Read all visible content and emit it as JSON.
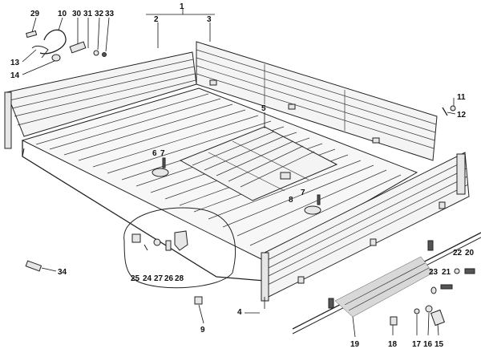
{
  "callouts": {
    "c1": "1",
    "c2": "2",
    "c3": "3",
    "c4": "4",
    "c5": "5",
    "c6": "6",
    "c7a": "7",
    "c7b": "7",
    "c8": "8",
    "c9": "9",
    "c10": "10",
    "c11": "11",
    "c12": "12",
    "c13": "13",
    "c14": "14",
    "c15": "15",
    "c16": "16",
    "c17": "17",
    "c18": "18",
    "c19": "19",
    "c20": "20",
    "c21": "21",
    "c22": "22",
    "c23": "23",
    "c24": "24",
    "c25": "25",
    "c26": "26",
    "c27": "27",
    "c28": "28",
    "c29": "29",
    "c30": "30",
    "c31": "31",
    "c32": "32",
    "c33": "33",
    "c34": "34"
  }
}
